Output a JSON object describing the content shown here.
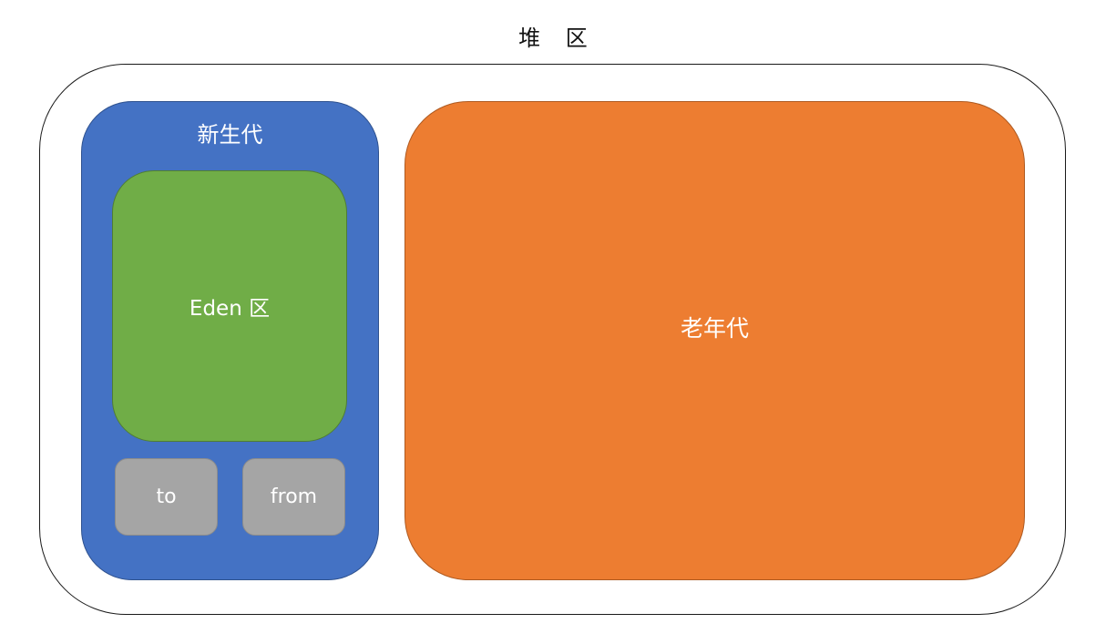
{
  "heap": {
    "title": "堆 区"
  },
  "young_generation": {
    "title": "新生代",
    "color": "#4472c4",
    "eden": {
      "label": "Eden 区",
      "color": "#70ad47"
    },
    "survivors": [
      {
        "label": "to",
        "color": "#a5a5a5"
      },
      {
        "label": "from",
        "color": "#a5a5a5"
      }
    ]
  },
  "old_generation": {
    "label": "老年代",
    "color": "#ed7d31"
  }
}
